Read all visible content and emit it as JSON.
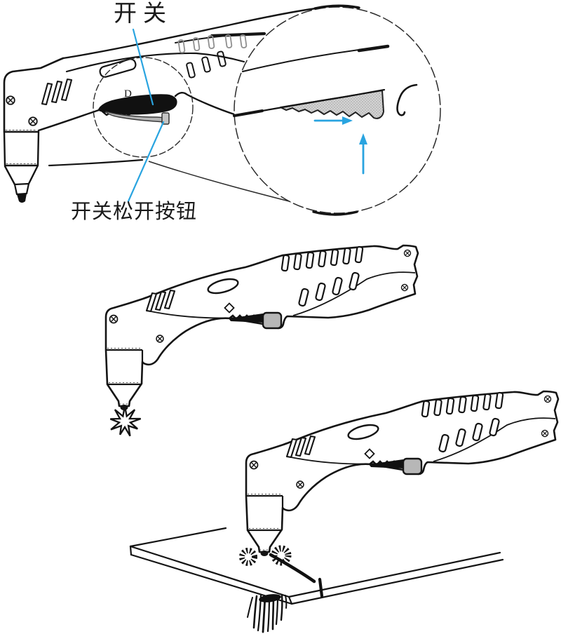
{
  "figure": {
    "panels": 3,
    "style": "black line-art technical illustration"
  },
  "labels": {
    "switch": "开关",
    "switch_release_button": "开关松开按钮",
    "handle_marking": "D"
  },
  "callouts": {
    "magnifier_shape": "circle",
    "arrows": [
      {
        "name": "slide-forward-arrow",
        "direction": "right"
      },
      {
        "name": "press-up-arrow",
        "direction": "up"
      }
    ],
    "leader_line_count": 2
  },
  "colors": {
    "line_art": "#141414",
    "callout_accent": "#29a4e0",
    "switch_black": "#111111",
    "release_button_gray": "#b7b7b7",
    "magnified_switch_gray": "#d4d4d4",
    "background": "#ffffff"
  }
}
